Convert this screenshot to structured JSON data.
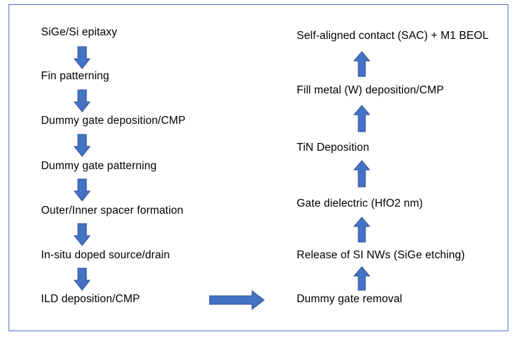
{
  "colors": {
    "frame_border": "#4a74c7",
    "arrow_fill": "#4472c4",
    "arrow_stroke": "#2f4f8f",
    "text": "#000000"
  },
  "left_column": {
    "steps": [
      "SiGe/Si epitaxy",
      "Fin patterning",
      "Dummy gate deposition/CMP",
      "Dummy gate patterning",
      "Outer/Inner spacer formation",
      "In-situ doped source/drain",
      "ILD deposition/CMP"
    ]
  },
  "right_column": {
    "steps": [
      "Dummy gate removal",
      "Release of SI NWs (SiGe etching)",
      "Gate dielectric (HfO2 nm)",
      "TiN Deposition",
      "Fill metal (W) deposition/CMP",
      "Self-aligned contact (SAC) + M1 BEOL"
    ]
  }
}
